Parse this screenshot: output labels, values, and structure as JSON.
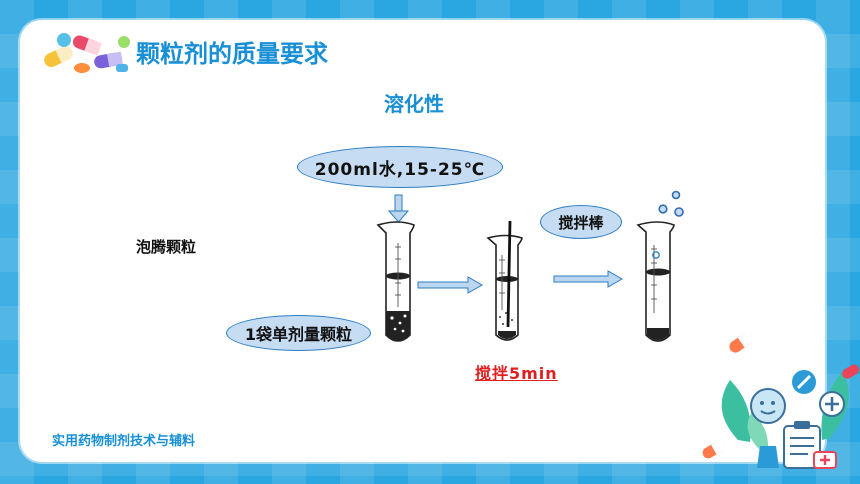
{
  "slide": {
    "title": "颗粒剂的质量要求",
    "subtitle": "溶化性",
    "side_label": "泡腾颗粒",
    "footer": "实用药物制剂技术与辅料"
  },
  "diagram": {
    "water_condition": "200ml水,15-25℃",
    "packet_label": "1袋单剂量颗粒",
    "rod_label": "搅拌棒",
    "stir_time": "搅拌5min"
  },
  "icons": {
    "corner_decoration": "pills-icon",
    "bottom_right_decoration": "medical-clipboard-icon"
  },
  "colors": {
    "background": "#2aa6e0",
    "title": "#1990d6",
    "bubble_fill": "#c6dcf2",
    "bubble_border": "#2d7dc4",
    "stir_time": "#e02020",
    "arrow_fill": "#bcd6f0"
  }
}
